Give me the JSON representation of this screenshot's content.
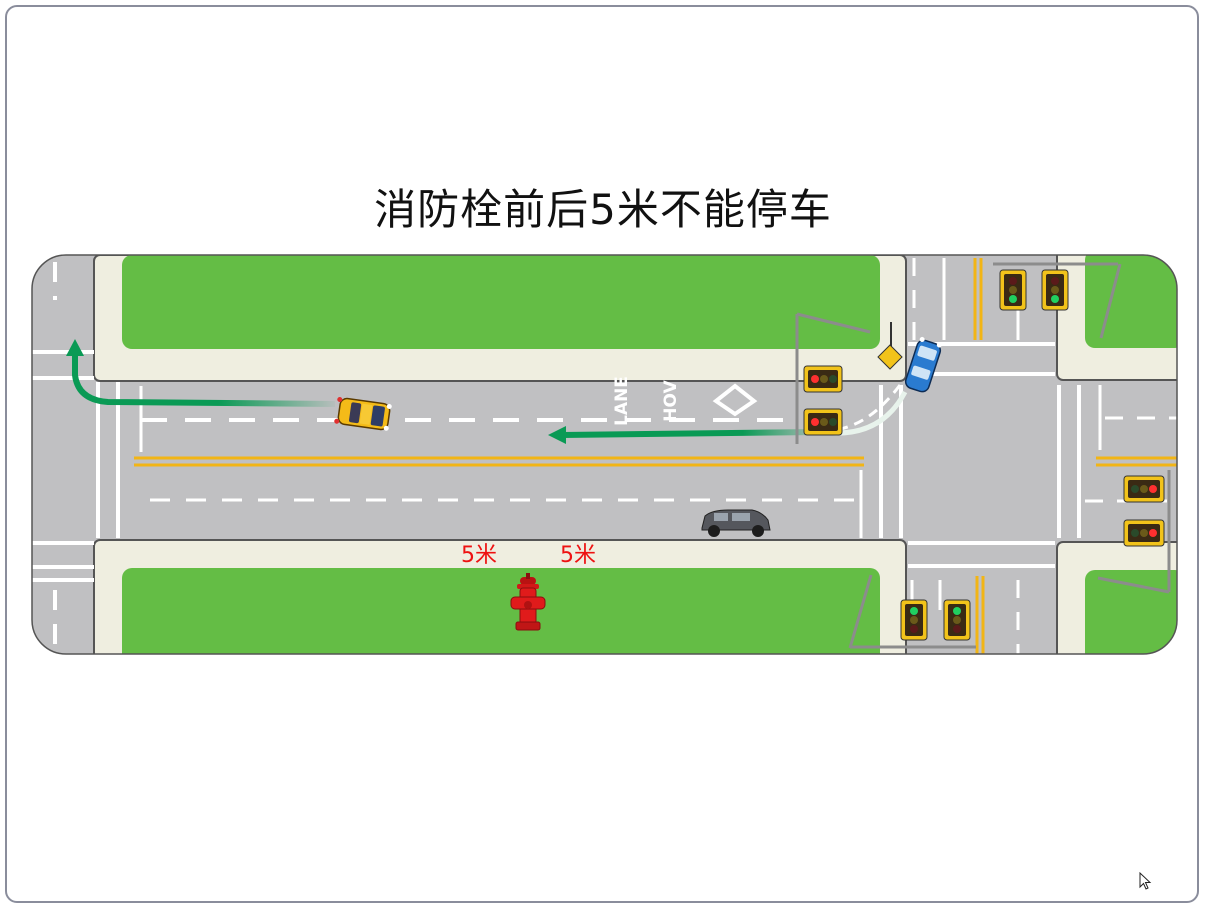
{
  "slide": {
    "title": "消防栓前后5米不能停车"
  },
  "road_markings": {
    "lane_text_1": "LANE",
    "lane_text_2": "HOV"
  },
  "distance_labels": [
    {
      "text": "5米"
    },
    {
      "text": "5米"
    }
  ],
  "colors": {
    "grass": "#64bd45",
    "sidewalk": "#efeee0",
    "road": "#c0c0c2",
    "center_line": "#f2b515",
    "arrow": "#0a9a55",
    "hydrant": "#e01b1b",
    "signal_housing": "#f2c31a",
    "frame_border": "#8a8d9c"
  }
}
